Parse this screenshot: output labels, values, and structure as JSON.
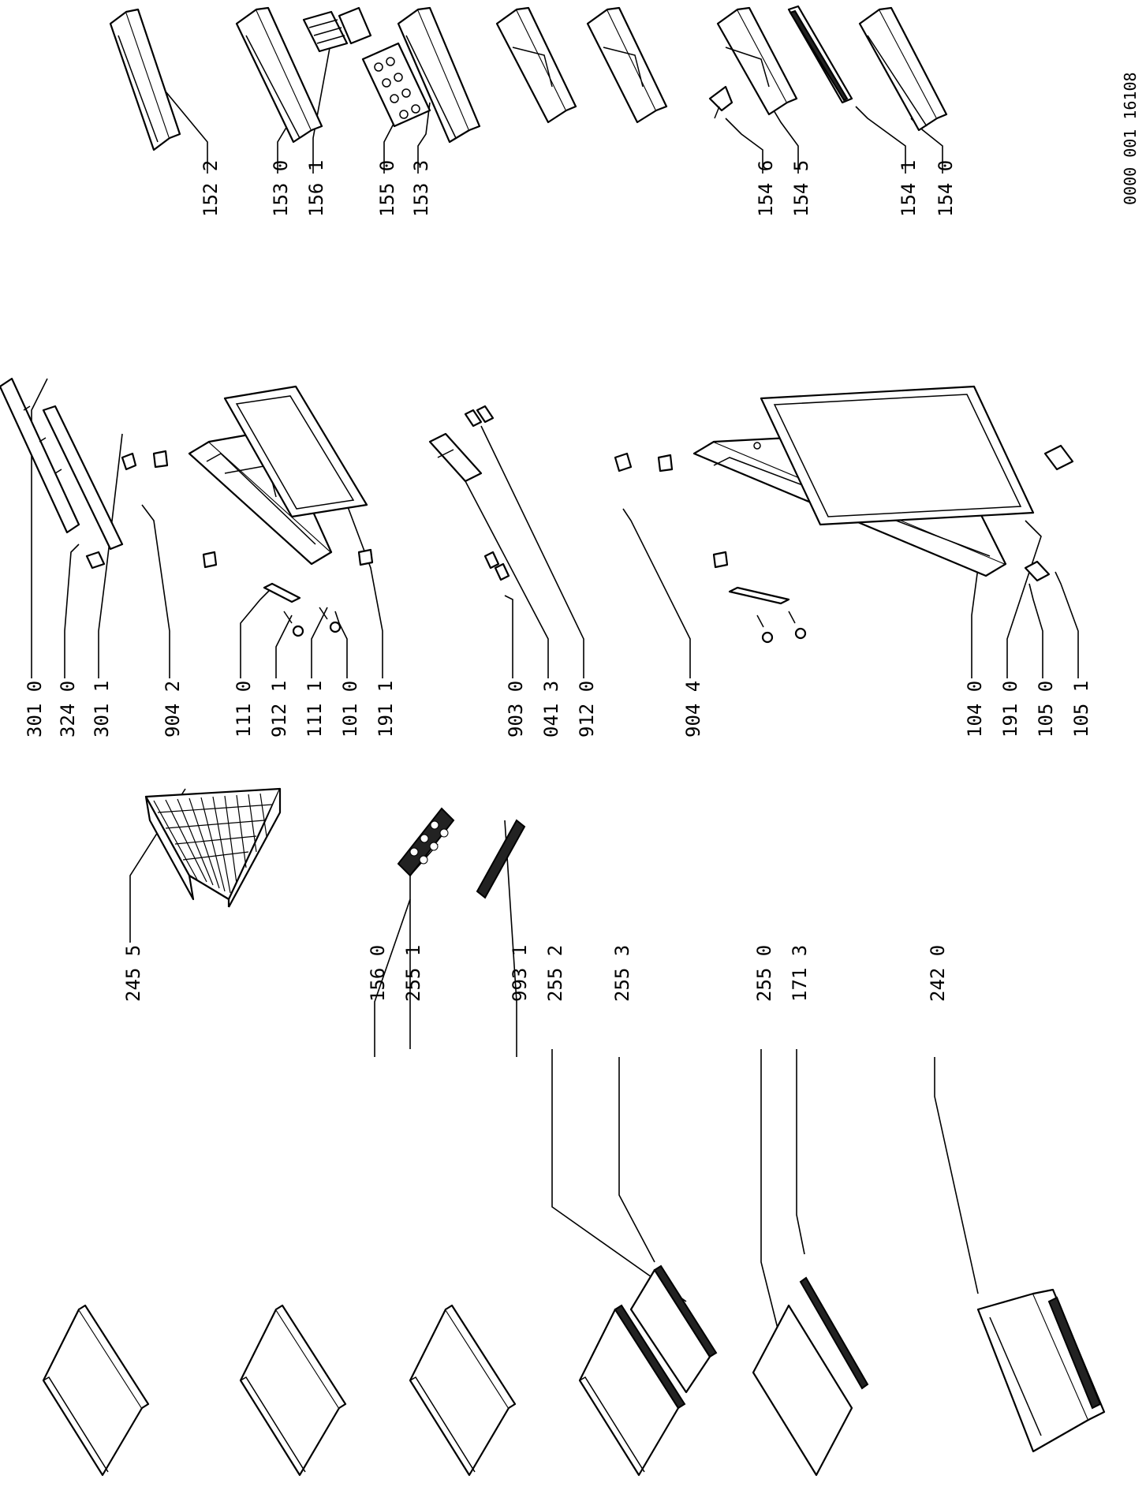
{
  "drawing_id": "0000 001  16108",
  "labels": [
    {
      "id": "l-152-2",
      "text": "152 2"
    },
    {
      "id": "l-153-0",
      "text": "153 0"
    },
    {
      "id": "l-156-1",
      "text": "156 1"
    },
    {
      "id": "l-155-0",
      "text": "155 0"
    },
    {
      "id": "l-153-3",
      "text": "153 3"
    },
    {
      "id": "l-154-6",
      "text": "154 6"
    },
    {
      "id": "l-154-5",
      "text": "154 5"
    },
    {
      "id": "l-154-1",
      "text": "154 1"
    },
    {
      "id": "l-154-0",
      "text": "154 0"
    },
    {
      "id": "l-301-0",
      "text": "301 0"
    },
    {
      "id": "l-324-0",
      "text": "324 0"
    },
    {
      "id": "l-301-1",
      "text": "301 1"
    },
    {
      "id": "l-904-2",
      "text": "904 2"
    },
    {
      "id": "l-111-0",
      "text": "111 0"
    },
    {
      "id": "l-912-1",
      "text": "912 1"
    },
    {
      "id": "l-111-1",
      "text": "111 1"
    },
    {
      "id": "l-101-0",
      "text": "101 0"
    },
    {
      "id": "l-191-1",
      "text": "191 1"
    },
    {
      "id": "l-903-0",
      "text": "903 0"
    },
    {
      "id": "l-041-3",
      "text": "041 3"
    },
    {
      "id": "l-912-0",
      "text": "912 0"
    },
    {
      "id": "l-904-4",
      "text": "904 4"
    },
    {
      "id": "l-104-0",
      "text": "104 0"
    },
    {
      "id": "l-191-0",
      "text": "191 0"
    },
    {
      "id": "l-105-0",
      "text": "105 0"
    },
    {
      "id": "l-105-1",
      "text": "105 1"
    },
    {
      "id": "l-245-5",
      "text": "245 5"
    },
    {
      "id": "l-156-0",
      "text": "156 0"
    },
    {
      "id": "l-255-1",
      "text": "255 1"
    },
    {
      "id": "l-993-1",
      "text": "993 1"
    },
    {
      "id": "l-255-2",
      "text": "255 2"
    },
    {
      "id": "l-255-3",
      "text": "255 3"
    },
    {
      "id": "l-255-0",
      "text": "255 0"
    },
    {
      "id": "l-171-3",
      "text": "171 3"
    },
    {
      "id": "l-242-0",
      "text": "242 0"
    }
  ]
}
